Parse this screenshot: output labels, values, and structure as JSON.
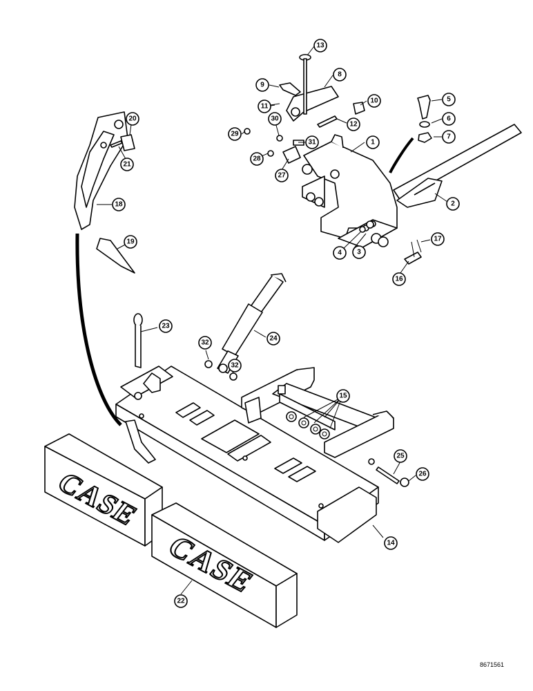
{
  "diagram": {
    "callouts": [
      "1",
      "2",
      "3",
      "4",
      "5",
      "6",
      "7",
      "8",
      "9",
      "10",
      "11",
      "12",
      "13",
      "14",
      "15",
      "16",
      "17",
      "18",
      "19",
      "20",
      "21",
      "22",
      "23",
      "24",
      "25",
      "26",
      "27",
      "28",
      "29",
      "30",
      "31",
      "32"
    ],
    "weight_brand": "CASE",
    "reference_number": "8671561"
  }
}
